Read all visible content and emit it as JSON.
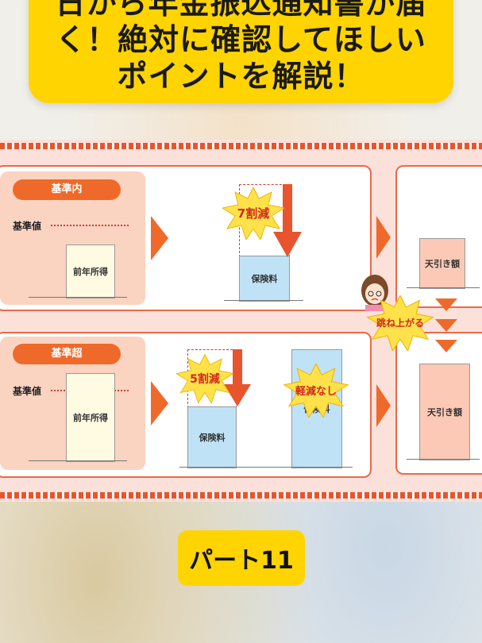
{
  "title": {
    "lines": [
      "日から年金振込通知書が届",
      "く！絶対に確認してほしい",
      "ポイントを解説！"
    ]
  },
  "diagram": {
    "row1": {
      "category_pill": "基準内",
      "kijun_label": "基準値",
      "income_box": "前年所得",
      "reduction_burst": "7割減",
      "premium_box": "保険料"
    },
    "row2": {
      "category_pill": "基準超",
      "kijun_label": "基準値",
      "income_box": "前年所得",
      "reduction_burst": "5割減",
      "premium_box": "保険料",
      "no_reduction_burst": "軽減なし",
      "premium_box_2": "保険料"
    },
    "right_top_box": "天引き額",
    "right_bottom_box": "天引き額",
    "jump_burst": "跳ね上がる"
  },
  "colors": {
    "accent_orange": "#ef6a2a",
    "banner_yellow": "#ffd400",
    "arrow_red": "#e8542d",
    "panel_pink": "#fbe1da"
  },
  "part_badge": "パート11"
}
